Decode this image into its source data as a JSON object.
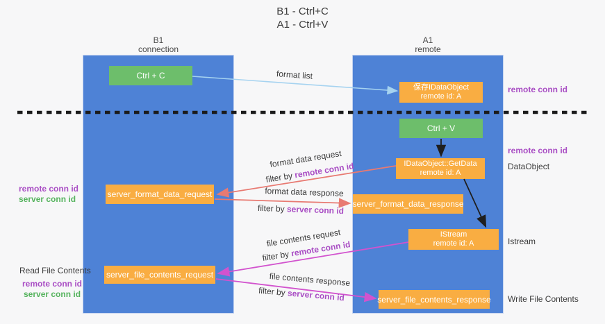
{
  "title": {
    "line1": "B1 - Ctrl+C",
    "line2": "A1 - Ctrl+V"
  },
  "lanes": {
    "left": {
      "name": "B1",
      "subtitle": "connection"
    },
    "right": {
      "name": "A1",
      "subtitle": "remote"
    }
  },
  "boxes": {
    "ctrl_c": {
      "label": "Ctrl + C"
    },
    "save_idataobject": {
      "line1": "保存IDataObject",
      "line2": "remote id: A"
    },
    "ctrl_v": {
      "label": "Ctrl + V"
    },
    "getdata": {
      "line1": "IDataObject::GetData",
      "line2": "remote id: A"
    },
    "server_format_data_request": {
      "label": "server_format_data_request"
    },
    "server_format_data_response": {
      "label": "server_format_data_response"
    },
    "istream": {
      "line1": "IStream",
      "line2": "remote id: A"
    },
    "server_file_contents_request": {
      "label": "server_file_contents_request"
    },
    "server_file_contents_response": {
      "label": "server_file_contents_response"
    }
  },
  "edge_labels": {
    "format_list": "format list",
    "format_data_request": "format data request",
    "format_data_request_filter_prefix": "filter by ",
    "format_data_request_filter_key": "remote conn id",
    "format_data_response": "format data response",
    "format_data_response_filter_prefix": "filter by ",
    "format_data_response_filter_key": "server conn id",
    "file_contents_request": "file contents request",
    "file_contents_request_filter_prefix": "filter by ",
    "file_contents_request_filter_key": "remote conn id",
    "file_contents_response": "file contents response",
    "file_contents_response_filter_prefix": "filter by ",
    "file_contents_response_filter_key": "server conn id"
  },
  "annotations": {
    "right_remote_conn_id_top": "remote conn id",
    "right_remote_conn_id_mid": "remote conn id",
    "dataobject": "DataObject",
    "istream": "Istream",
    "write_file_contents": "Write File Contents",
    "read_file_contents": "Read File Contents",
    "left_top_remote_conn_id": "remote conn id",
    "left_top_server_conn_id": "server conn id",
    "left_bottom_remote_conn_id": "remote conn id",
    "left_bottom_server_conn_id": "server conn id"
  },
  "colors": {
    "lane_blue": "#4e82d6",
    "box_orange": "#f9ad42",
    "box_green": "#6dbe6b",
    "purple_text": "#a94ec4",
    "green_text": "#55b35d",
    "arrow_salmon": "#e87a72",
    "arrow_magenta": "#d253ce",
    "arrow_lightblue": "#a6d3f0",
    "arrow_black": "#1f1f1f"
  }
}
